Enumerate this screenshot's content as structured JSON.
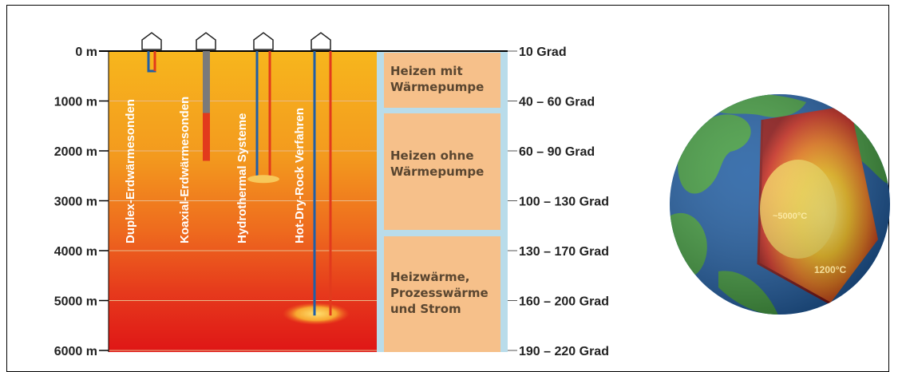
{
  "depth_labels": [
    "0 m",
    "1000 m",
    "2000 m",
    "3000 m",
    "4000 m",
    "5000 m",
    "6000 m"
  ],
  "temperature_labels": [
    "10 Grad",
    "40 – 60 Grad",
    "60 – 90 Grad",
    "100 – 130 Grad",
    "130 – 170 Grad",
    "160 – 200 Grad",
    "190 – 220 Grad"
  ],
  "wells": [
    {
      "label": "Duplex-Erdwärmesonden",
      "depth_m": 400
    },
    {
      "label": "Koaxial-Erdwärmesonden",
      "depth_m": 2200
    },
    {
      "label": "Hydrothermal Systeme",
      "depth_m": 2500
    },
    {
      "label": "Hot-Dry-Rock Verfahren",
      "depth_m": 5300
    }
  ],
  "usage_boxes": [
    {
      "line1": "Heizen mit",
      "line2": "Wärmepumpe",
      "line3": ""
    },
    {
      "line1": "Heizen ohne",
      "line2": "Wärmepumpe",
      "line3": ""
    },
    {
      "line1": "Heizwärme,",
      "line2": "Prozesswärme",
      "line3": "und Strom"
    }
  ],
  "earth": {
    "inner_temp": "~5000°C",
    "mantle_temp": "1200°C"
  },
  "colors": {
    "cold": "#f5b21e",
    "hot": "#e01818",
    "box": "#f6c08a",
    "pipe_blue": "#1f5fa8",
    "pipe_red": "#e23a1c",
    "sea": "#1c5aa0",
    "land": "#3f9a3c"
  }
}
